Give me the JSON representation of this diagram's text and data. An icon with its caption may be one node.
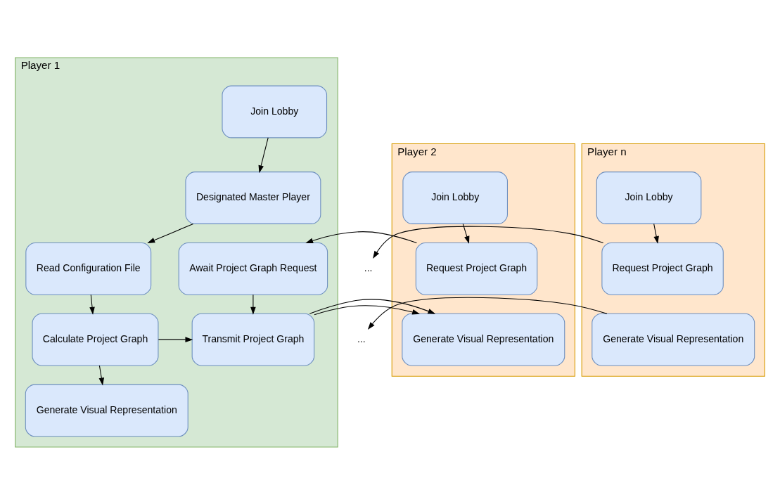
{
  "diagram": {
    "nodes": [
      {
        "text": [
          "Player 1"
        ]
      },
      {
        "text": [
          "Join Lobby"
        ],
        "in": 0
      },
      {
        "text": [
          "Designated Master Player"
        ],
        "in": 0
      },
      {
        "text": [
          "Read Configuration File"
        ],
        "in": 0
      },
      {
        "text": [
          "Await Project Graph Request"
        ],
        "in": 0
      },
      {
        "text": [
          "Calculate Project Graph"
        ],
        "in": 0
      },
      {
        "text": [
          "Transmit Project Graph"
        ],
        "in": 0
      },
      {
        "text": [
          "Generate Visual Representation"
        ],
        "in": 0
      },
      {
        "text": [
          "Player 2"
        ]
      },
      {
        "text": [
          "Join Lobby"
        ],
        "in": 8
      },
      {
        "text": [
          "Request Project Graph"
        ],
        "in": 8
      },
      {
        "text": [
          "Generate Visual Representation"
        ],
        "in": 8
      },
      {
        "text": [
          "Player n"
        ]
      },
      {
        "text": [
          "Join Lobby"
        ],
        "in": 12
      },
      {
        "text": [
          "Request Project Graph"
        ],
        "in": 12
      },
      {
        "text": [
          "Generate Visual Representation"
        ],
        "in": 12
      },
      {
        "text": [
          "..."
        ]
      },
      {
        "text": [
          "..."
        ]
      }
    ],
    "edges": [
      {
        "from": 1,
        "to": 2,
        "arrow": "to"
      },
      {
        "from": 2,
        "to": 3,
        "arrow": "to"
      },
      {
        "from": 3,
        "to": 5,
        "arrow": "to"
      },
      {
        "from": 5,
        "to": 7,
        "arrow": "to"
      },
      {
        "from": 5,
        "to": 6,
        "arrow": "to"
      },
      {
        "from": 4,
        "to": 6,
        "arrow": "to"
      },
      {
        "from": 10,
        "to": 4,
        "arrow": "to"
      },
      {
        "from": 6,
        "to": 11,
        "arrow": "to"
      },
      {
        "from": 9,
        "to": 10,
        "arrow": "to"
      },
      {
        "from": 13,
        "to": 14,
        "arrow": "to"
      },
      {
        "from": 14,
        "to": 16,
        "arrow": "to"
      },
      {
        "from": 15,
        "to": 17,
        "arrow": "to"
      }
    ]
  }
}
